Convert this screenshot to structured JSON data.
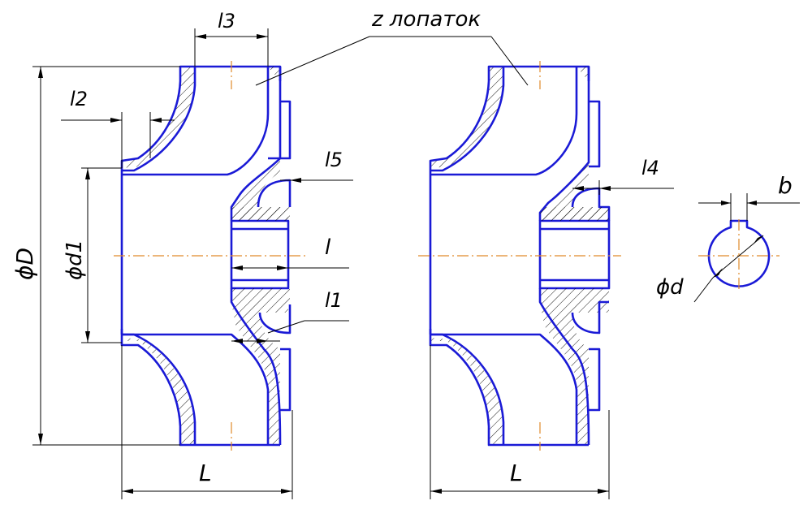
{
  "labels": {
    "vanes": "z лопаток",
    "l3": "l3",
    "l2": "l2",
    "l5": "l5",
    "l4": "l4",
    "l": "l",
    "l1": "l1",
    "D": "ϕD",
    "d1": "ϕd1",
    "L_left": "L",
    "L_right": "L",
    "b": "b",
    "d": "ϕd"
  },
  "colors": {
    "outline": "#1a1ad6",
    "axis": "#e08a2a",
    "dimension": "#000000"
  }
}
